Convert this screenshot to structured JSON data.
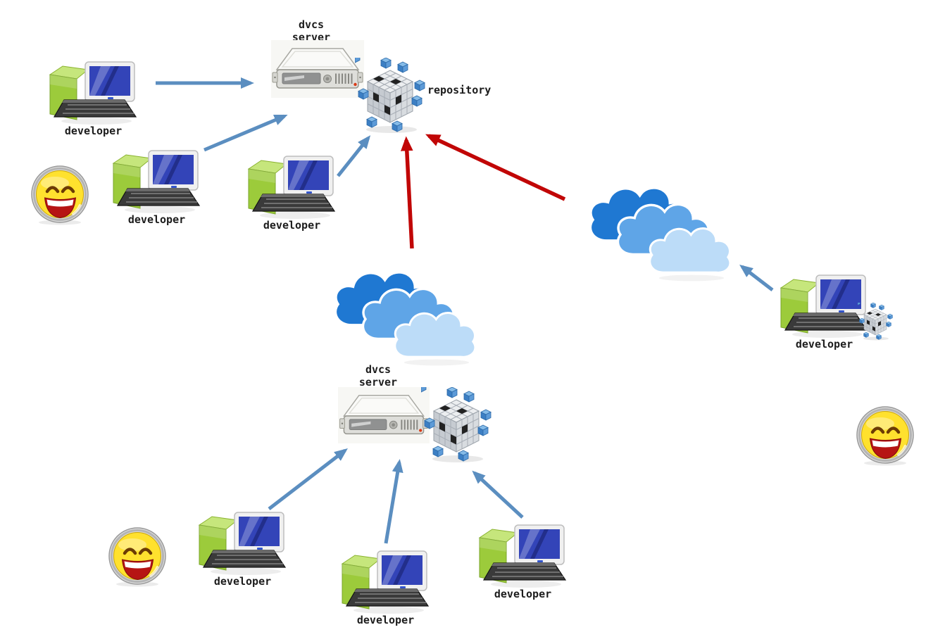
{
  "colors": {
    "arrow_blue": "#5b8ec0",
    "arrow_red": "#c10606",
    "label_text": "#1c1c1c",
    "box_green": "#9ccb3b",
    "screen_blue": "#3344b8",
    "cloud_dark": "#1f78d2",
    "cloud_mid": "#5fa5e7",
    "cloud_light": "#bcdcf8",
    "smiley_yellow": "#ffe12e"
  },
  "server_top": {
    "label_line1": "dvcs",
    "label_line2": "server"
  },
  "server_bottom": {
    "label_line1": "dvcs",
    "label_line2": "server"
  },
  "repository_top": {
    "label": "repository"
  },
  "developers": [
    {
      "id": "developer-top-left",
      "label": "developer"
    },
    {
      "id": "developer-upper-left",
      "label": "developer"
    },
    {
      "id": "developer-upper-mid",
      "label": "developer"
    },
    {
      "id": "developer-right",
      "label": "developer"
    },
    {
      "id": "developer-bottom-left",
      "label": "developer"
    },
    {
      "id": "developer-bottom-mid",
      "label": "developer"
    },
    {
      "id": "developer-bottom-right",
      "label": "developer"
    }
  ],
  "connections": [
    {
      "from": "developer-top-left",
      "to": "dvcs-server-top",
      "color": "blue"
    },
    {
      "from": "developer-upper-left",
      "to": "dvcs-server-top",
      "color": "blue"
    },
    {
      "from": "developer-upper-mid",
      "to": "repository-top",
      "color": "blue"
    },
    {
      "from": "cloud-center",
      "to": "repository-top",
      "color": "red"
    },
    {
      "from": "cloud-right",
      "to": "repository-top",
      "color": "red"
    },
    {
      "from": "developer-right",
      "to": "cloud-right",
      "color": "blue"
    },
    {
      "from": "developer-bottom-left",
      "to": "dvcs-server-bottom",
      "color": "blue"
    },
    {
      "from": "developer-bottom-mid",
      "to": "dvcs-server-bottom",
      "color": "blue"
    },
    {
      "from": "developer-bottom-right",
      "to": "repository-bottom",
      "color": "blue"
    }
  ]
}
